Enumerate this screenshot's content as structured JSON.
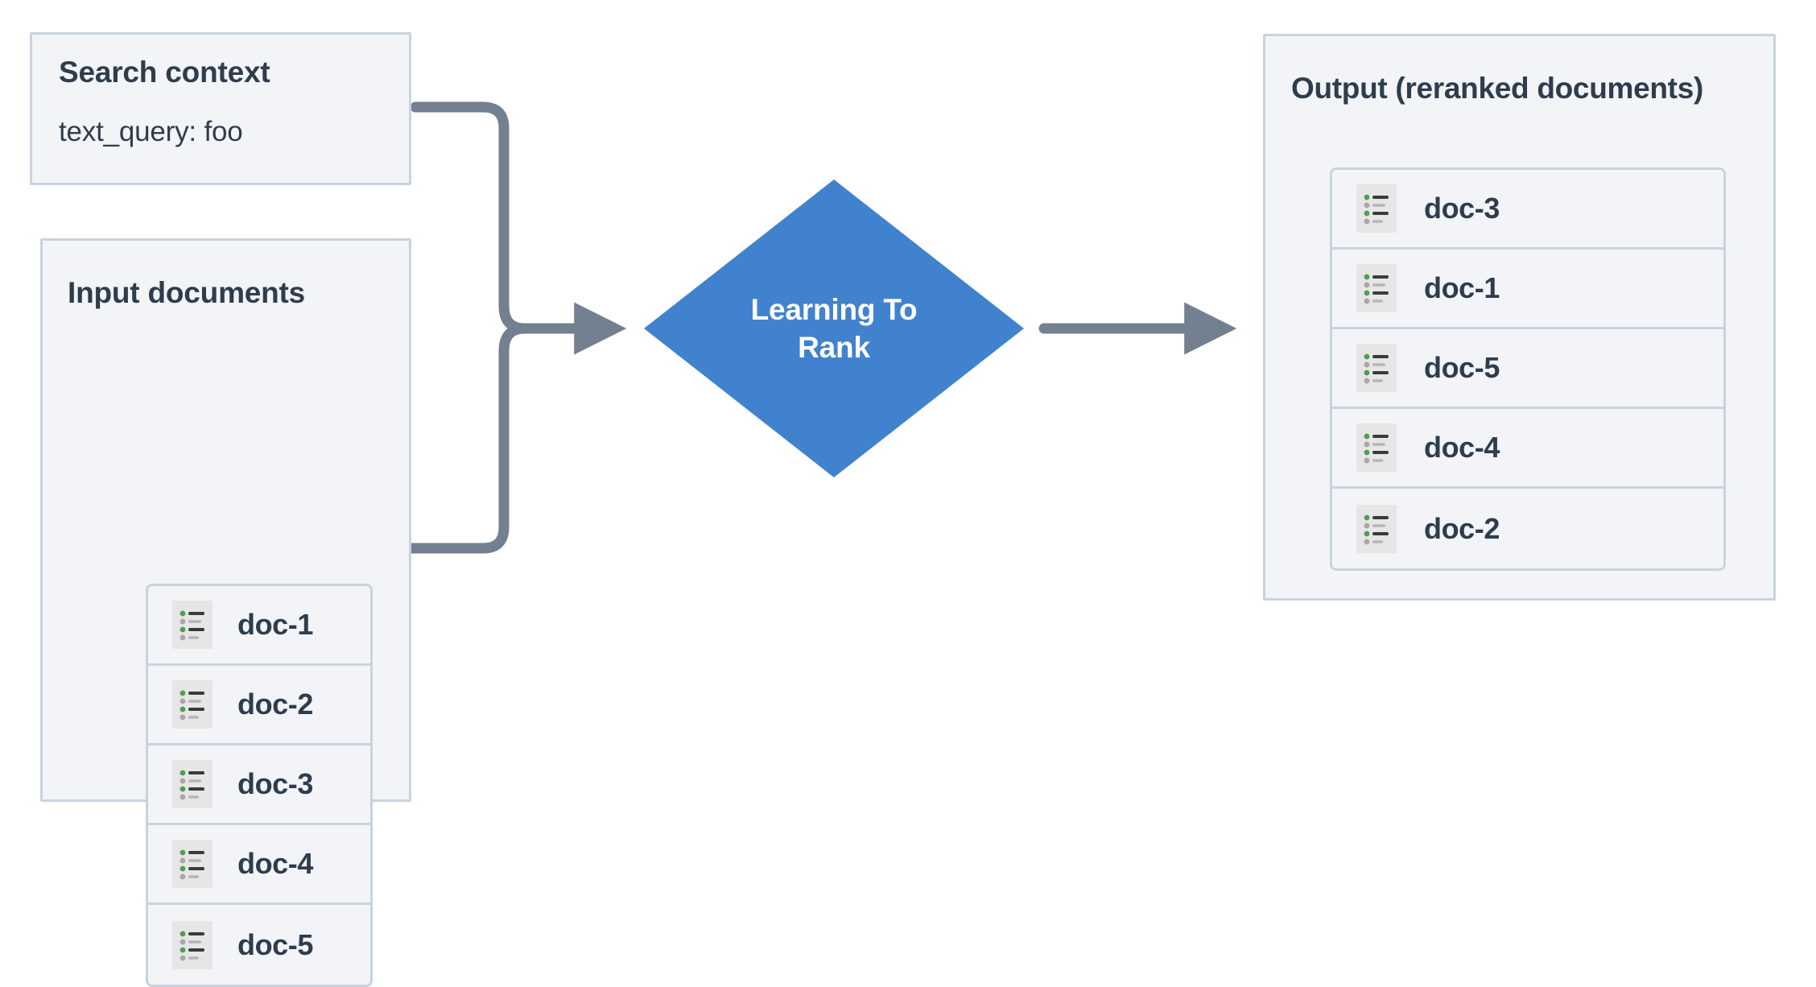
{
  "diagram": {
    "title": "Learning To Rank reranking flow",
    "background": "#ffffff",
    "colors": {
      "panel_bg": "#f2f4f7",
      "panel_border": "#c8d3de",
      "text": "#2e3d4d",
      "node_fill": "#4182ce",
      "node_text": "#ffffff",
      "connector": "#72808f",
      "icon_bg": "#e6e6e6",
      "icon_bullet_green": "#4d9f4d",
      "icon_bullet_gray": "#a8a8a8",
      "icon_line_dark": "#3a3a3a",
      "icon_line_light": "#b5b5b5"
    }
  },
  "search_context": {
    "title": "Search context",
    "field": "text_query: foo"
  },
  "input_documents": {
    "title": "Input documents",
    "docs": [
      {
        "label": "doc-1",
        "icon": "document-list-icon"
      },
      {
        "label": "doc-2",
        "icon": "document-list-icon"
      },
      {
        "label": "doc-3",
        "icon": "document-list-icon"
      },
      {
        "label": "doc-4",
        "icon": "document-list-icon"
      },
      {
        "label": "doc-5",
        "icon": "document-list-icon"
      }
    ]
  },
  "ltr_node": {
    "line1": "Learning To",
    "line2": "Rank",
    "shape": "diamond"
  },
  "output": {
    "title": "Output (reranked documents)",
    "docs": [
      {
        "label": "doc-3",
        "icon": "document-list-icon"
      },
      {
        "label": "doc-1",
        "icon": "document-list-icon"
      },
      {
        "label": "doc-5",
        "icon": "document-list-icon"
      },
      {
        "label": "doc-4",
        "icon": "document-list-icon"
      },
      {
        "label": "doc-2",
        "icon": "document-list-icon"
      }
    ]
  },
  "connectors": [
    {
      "name": "search-context-to-ltr",
      "from": "search_context",
      "to": "ltr_node",
      "arrow": true
    },
    {
      "name": "input-documents-to-ltr",
      "from": "input_documents",
      "to": "ltr_node",
      "arrow": true
    },
    {
      "name": "ltr-to-output",
      "from": "ltr_node",
      "to": "output",
      "arrow": true
    }
  ]
}
